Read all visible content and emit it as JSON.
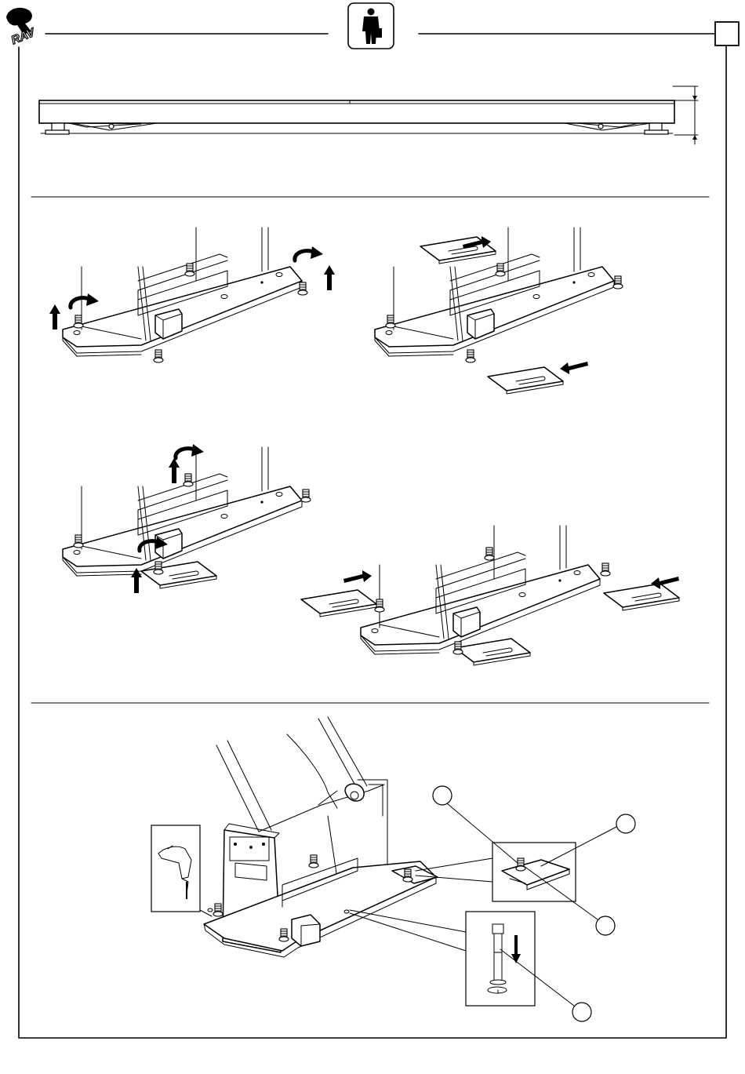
{
  "header": {
    "logo_text": "RAV",
    "page_number": "",
    "operator_icon": "operator-with-toolbox-icon"
  },
  "sections": [
    {
      "id": "lift-side-view",
      "label": ""
    },
    {
      "id": "leveling-shims",
      "label": ""
    },
    {
      "id": "anchoring",
      "label": ""
    }
  ],
  "callouts": [
    "",
    "",
    "",
    ""
  ],
  "colors": {
    "ink": "#000000",
    "paper": "#ffffff",
    "shade": "#cfcfcf"
  }
}
